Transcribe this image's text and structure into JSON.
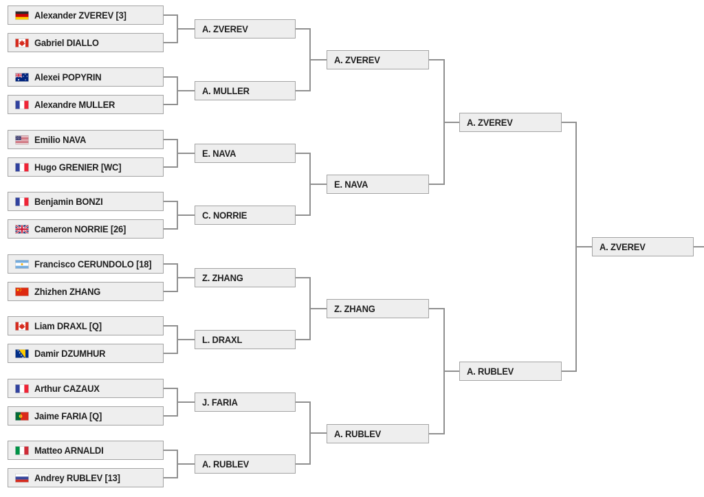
{
  "title": "Tennis tournament draw bracket",
  "colors": {
    "slot_fill": "#eeeeee",
    "slot_border": "#a3a3a3",
    "connector": "#8f8f8f",
    "text": "#1f1f1f"
  },
  "bracket": {
    "rounds": [
      {
        "name": "round-1",
        "slots": [
          {
            "label": "Alexander ZVEREV [3]",
            "flag": "germany"
          },
          {
            "label": "Gabriel DIALLO",
            "flag": "canada"
          },
          {
            "label": "Alexei POPYRIN",
            "flag": "australia"
          },
          {
            "label": "Alexandre MULLER",
            "flag": "france"
          },
          {
            "label": "Emilio NAVA",
            "flag": "usa"
          },
          {
            "label": "Hugo GRENIER [WC]",
            "flag": "france"
          },
          {
            "label": "Benjamin BONZI",
            "flag": "france"
          },
          {
            "label": "Cameron NORRIE [26]",
            "flag": "great-britain"
          },
          {
            "label": "Francisco CERUNDOLO [18]",
            "flag": "argentina"
          },
          {
            "label": "Zhizhen ZHANG",
            "flag": "china"
          },
          {
            "label": "Liam DRAXL [Q]",
            "flag": "canada"
          },
          {
            "label": "Damir DZUMHUR",
            "flag": "bosnia-herzegovina"
          },
          {
            "label": "Arthur CAZAUX",
            "flag": "france"
          },
          {
            "label": "Jaime FARIA [Q]",
            "flag": "portugal"
          },
          {
            "label": "Matteo ARNALDI",
            "flag": "italy"
          },
          {
            "label": "Andrey RUBLEV [13]",
            "flag": "russia"
          }
        ]
      },
      {
        "name": "round-2",
        "slots": [
          {
            "label": "A. ZVEREV"
          },
          {
            "label": "A. MULLER"
          },
          {
            "label": "E. NAVA"
          },
          {
            "label": "C. NORRIE"
          },
          {
            "label": "Z. ZHANG"
          },
          {
            "label": "L. DRAXL"
          },
          {
            "label": "J. FARIA"
          },
          {
            "label": "A. RUBLEV"
          }
        ]
      },
      {
        "name": "round-3",
        "slots": [
          {
            "label": "A. ZVEREV"
          },
          {
            "label": "E. NAVA"
          },
          {
            "label": "Z. ZHANG"
          },
          {
            "label": "A. RUBLEV"
          }
        ]
      },
      {
        "name": "round-4",
        "slots": [
          {
            "label": "A. ZVEREV"
          },
          {
            "label": "A. RUBLEV"
          }
        ]
      },
      {
        "name": "round-5",
        "slots": [
          {
            "label": "A. ZVEREV"
          }
        ]
      }
    ]
  }
}
